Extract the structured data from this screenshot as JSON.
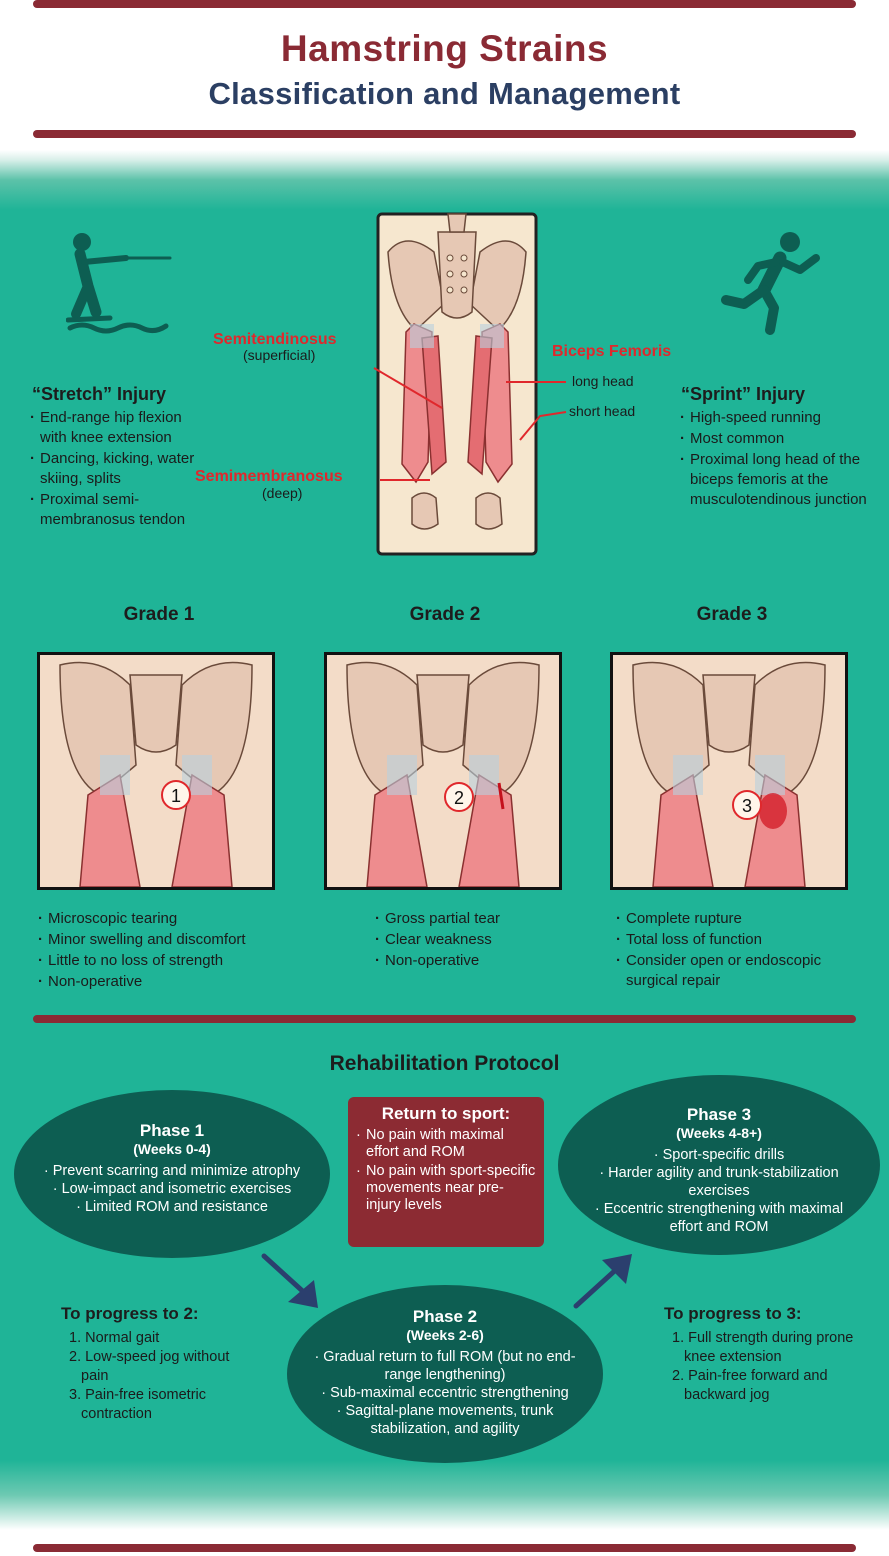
{
  "header": {
    "title": "Hamstring Strains",
    "subtitle": "Classification and Management"
  },
  "colors": {
    "accent": "#8a2a34",
    "navy": "#2b3f63",
    "teal": "#1fb497",
    "dark_teal": "#0d5e52",
    "red_label": "#e0282c"
  },
  "icons": {
    "left": "water-skier-icon",
    "right": "runner-icon"
  },
  "anatomy": {
    "semitendinosus": "Semitendinosus",
    "semitendinosus_note": "(superficial)",
    "semimembranosus": "Semimembranosus",
    "semimembranosus_note": "(deep)",
    "biceps": "Biceps Femoris",
    "long_head": "long head",
    "short_head": "short head"
  },
  "stretch": {
    "title": "“Stretch” Injury",
    "items": [
      "End-range hip flexion with knee extension",
      "Dancing, kicking, water skiing, splits",
      "Proximal semi-membranosus tendon"
    ]
  },
  "sprint": {
    "title": "“Sprint” Injury",
    "items": [
      "High-speed running",
      "Most common",
      "Proximal long head of the biceps femoris at the musculotendinous junction"
    ]
  },
  "grades": [
    {
      "title": "Grade 1",
      "marker": "1",
      "items": [
        "Microscopic tearing",
        "Minor swelling and discomfort",
        "Little to no loss of strength",
        "Non-operative"
      ]
    },
    {
      "title": "Grade 2",
      "marker": "2",
      "items": [
        "Gross partial tear",
        "Clear weakness",
        "Non-operative"
      ]
    },
    {
      "title": "Grade 3",
      "marker": "3",
      "items": [
        "Complete rupture",
        "Total loss of function",
        "Consider open or endoscopic surgical repair"
      ]
    }
  ],
  "rehab": {
    "title": "Rehabilitation Protocol",
    "phase1": {
      "title": "Phase 1",
      "weeks": "(Weeks 0-4)",
      "items": [
        "Prevent scarring and minimize atrophy",
        "Low-impact and isometric exercises",
        "Limited ROM and resistance"
      ]
    },
    "phase2": {
      "title": "Phase 2",
      "weeks": "(Weeks 2-6)",
      "items": [
        "Gradual return to full ROM (but no end-range lengthening)",
        "Sub-maximal eccentric strengthening",
        "Sagittal-plane movements, trunk stabilization, and agility"
      ]
    },
    "phase3": {
      "title": "Phase 3",
      "weeks": "(Weeks 4-8+)",
      "items": [
        "Sport-specific drills",
        "Harder agility and trunk-stabilization exercises",
        "Eccentric strengthening with maximal effort and ROM"
      ]
    },
    "return": {
      "title": "Return to sport:",
      "items": [
        "No pain with maximal effort and ROM",
        "No pain with sport-specific movements near pre-injury levels"
      ]
    },
    "progress2": {
      "title": "To progress to 2:",
      "items": [
        "1. Normal gait",
        "2. Low-speed jog without pain",
        "3. Pain-free isometric contraction"
      ]
    },
    "progress3": {
      "title": "To progress to 3:",
      "items": [
        "1. Full strength during prone knee extension",
        "2. Pain-free forward and backward jog"
      ]
    }
  }
}
